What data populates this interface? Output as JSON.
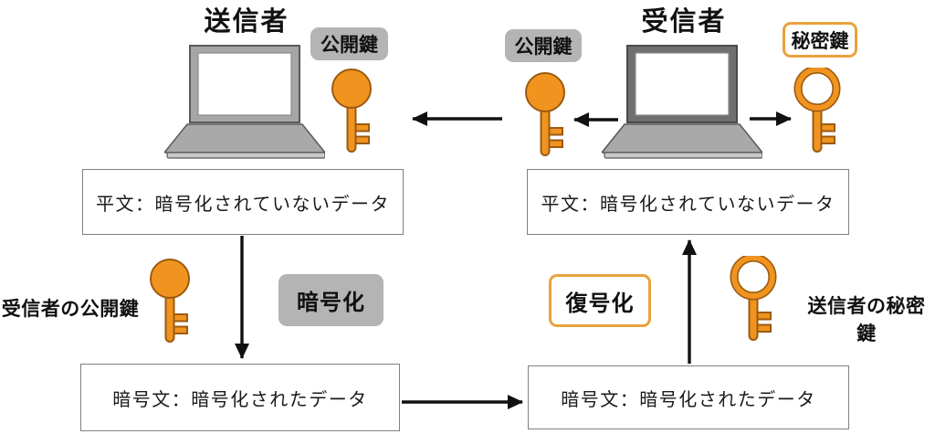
{
  "sender": {
    "title": "送信者",
    "public_key_badge": "公開鍵",
    "plaintext_box": "平文：暗号化されていないデータ",
    "ciphertext_box": "暗号文：暗号化されたデータ",
    "encrypt_badge": "暗号化",
    "encryption_key_label": "受信者の公開鍵"
  },
  "receiver": {
    "title": "受信者",
    "public_key_badge": "公開鍵",
    "private_key_badge": "秘密鍵",
    "plaintext_box": "平文：暗号化されていないデータ",
    "ciphertext_box": "暗号文：暗号化されたデータ",
    "decrypt_badge": "復号化",
    "decryption_key_label": "送信者の秘密鍵"
  },
  "colors": {
    "key_orange": "#F0941F",
    "key_stroke": "#9C5A10",
    "badge_gray": "#B4B4B4",
    "orange_border": "#E9A23C",
    "laptop_gray": "#A9A9A9",
    "arrow": "#111111",
    "box_border": "#808080"
  }
}
